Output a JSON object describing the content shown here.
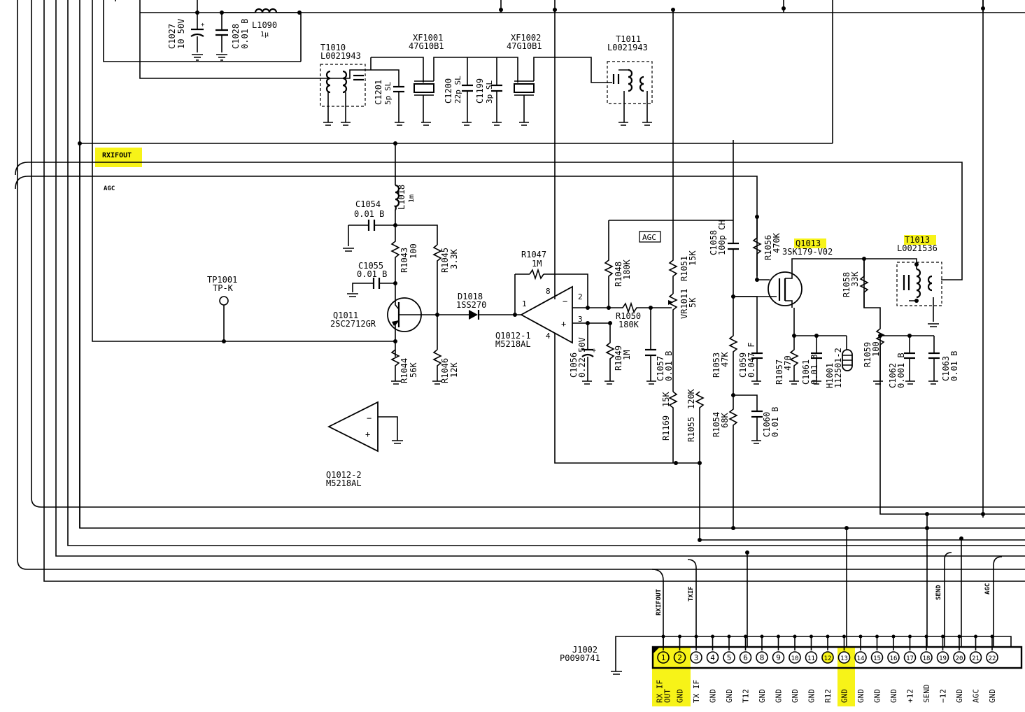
{
  "labels": {
    "rxifout": "RXIFOUT",
    "agc": "AGC",
    "agc_box": "AGC"
  },
  "components": {
    "c1027": {
      "ref": "C1027",
      "val": "10 50V"
    },
    "c1028": {
      "ref": "C1028",
      "val": "0.01 B"
    },
    "l1090": {
      "ref": "L1090",
      "val": "1μ"
    },
    "t1010": {
      "ref": "T1010",
      "val": "L0021943"
    },
    "xf1001": {
      "ref": "XF1001",
      "val": "47G10B1"
    },
    "xf1002": {
      "ref": "XF1002",
      "val": "47G10B1"
    },
    "t1011": {
      "ref": "T1011",
      "val": "L0021943"
    },
    "c1201": {
      "ref": "C1201",
      "val": "5p SL"
    },
    "c1200": {
      "ref": "C1200",
      "val": "22p SL"
    },
    "c1199": {
      "ref": "C1199",
      "val": "3p SL"
    },
    "l1018": {
      "ref": "L1018",
      "val": "1m"
    },
    "c1054": {
      "ref": "C1054",
      "val": "0.01  B"
    },
    "c1055": {
      "ref": "C1055",
      "val": "0.01  B"
    },
    "r1043": {
      "ref": "R1043",
      "val": "100"
    },
    "r1045": {
      "ref": "R1045",
      "val": "3.3K"
    },
    "tp1001": {
      "ref": "TP1001",
      "val": "TP-K"
    },
    "q1011": {
      "ref": "Q1011",
      "val": "2SC2712GR"
    },
    "r1044": {
      "ref": "R1044",
      "val": "56K"
    },
    "r1046": {
      "ref": "R1046",
      "val": "12K"
    },
    "d1018": {
      "ref": "D1018",
      "val": "1SS270"
    },
    "r1047": {
      "ref": "R1047",
      "val": "1M"
    },
    "q1012_1": {
      "ref": "Q1012-1",
      "val": "M5218AL"
    },
    "q1012_2": {
      "ref": "Q1012-2",
      "val": "M5218AL"
    },
    "r1048": {
      "ref": "R1048",
      "val": "180K"
    },
    "r1050": {
      "ref": "R1050",
      "val": "180K"
    },
    "r1049": {
      "ref": "R1049",
      "val": "1M"
    },
    "c1056": {
      "ref": "C1056",
      "val": "0.22 50V"
    },
    "c1057": {
      "ref": "C1057",
      "val": "0.01 B"
    },
    "r1051": {
      "ref": "R1051",
      "val": "15K"
    },
    "vr1011": {
      "ref": "VR1011",
      "val": "5K"
    },
    "c1058": {
      "ref": "C1058",
      "val": "100p CH"
    },
    "r1056": {
      "ref": "R1056",
      "val": "470K"
    },
    "q1013": {
      "ref": "Q1013",
      "val": "3SK179-V02"
    },
    "t1013": {
      "ref": "T1013",
      "val": "L0021536"
    },
    "r1058": {
      "ref": "R1058",
      "val": "33K"
    },
    "r1053": {
      "ref": "R1053",
      "val": "47K"
    },
    "c1059": {
      "ref": "C1059",
      "val": "0.047 F"
    },
    "r1057": {
      "ref": "R1057",
      "val": "470"
    },
    "c1061": {
      "ref": "C1061",
      "val": "0.01 B"
    },
    "h1001": {
      "ref": "H1001",
      "val": "112501-2"
    },
    "r1059": {
      "ref": "R1059",
      "val": "100"
    },
    "c1062": {
      "ref": "C1062",
      "val": "0.001 B"
    },
    "c1063": {
      "ref": "C1063",
      "val": "0.01 B"
    },
    "r1169": {
      "ref": "R1169",
      "val": "15K"
    },
    "r1055": {
      "ref": "R1055",
      "val": "120K"
    },
    "r1054": {
      "ref": "R1054",
      "val": "68K"
    },
    "c1060": {
      "ref": "C1060",
      "val": "0.01 B"
    },
    "j1002": {
      "ref": "J1002",
      "val": "P0090741"
    }
  },
  "opamp_pins": {
    "p1": "1",
    "p2": "2",
    "p3": "3",
    "p4": "4",
    "p8": "8",
    "minus": "−",
    "plus": "+"
  },
  "connector": {
    "pins": [
      "1",
      "2",
      "3",
      "4",
      "5",
      "6",
      "8",
      "9",
      "10",
      "11",
      "12",
      "13",
      "14",
      "15",
      "16",
      "17",
      "18",
      "19",
      "20",
      "21",
      "22"
    ],
    "labels": [
      "RX IF\nOUT",
      "GND",
      "TX IF",
      "GND",
      "GND",
      "T12",
      "GND",
      "GND",
      "GND",
      "GND",
      "R12",
      "GND",
      "GND",
      "GND",
      "GND",
      "+12",
      "SEND",
      "−12",
      "GND",
      "AGC",
      "GND"
    ],
    "highlighted_pins": [
      "1",
      "2",
      "12"
    ],
    "wire_labels": {
      "rxifout": "RXIFOUT",
      "txif": "TXIF",
      "send": "SEND",
      "agc": "AGC"
    }
  },
  "colors": {
    "highlight": "#f7f318",
    "ink": "#000000",
    "paper": "#ffffff"
  }
}
